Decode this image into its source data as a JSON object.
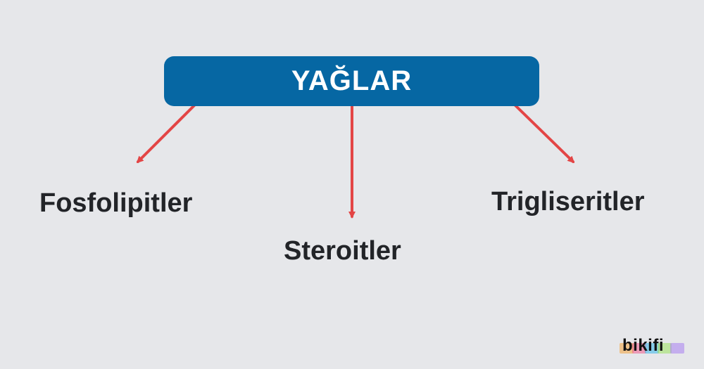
{
  "diagram": {
    "root": {
      "label": "YAĞLAR"
    },
    "children": [
      {
        "label": "Fosfolipitler"
      },
      {
        "label": "Steroitler"
      },
      {
        "label": "Trigliseritler"
      }
    ]
  },
  "brand": {
    "text": "bikifi",
    "stripe_colors": [
      "#f2a33a",
      "#ef5b8d",
      "#37b6e9",
      "#9be15d",
      "#a77ff0"
    ]
  },
  "colors": {
    "background": "#e6e7ea",
    "root_fill": "#0667a3",
    "arrow": "#e34545",
    "text": "#222428"
  }
}
